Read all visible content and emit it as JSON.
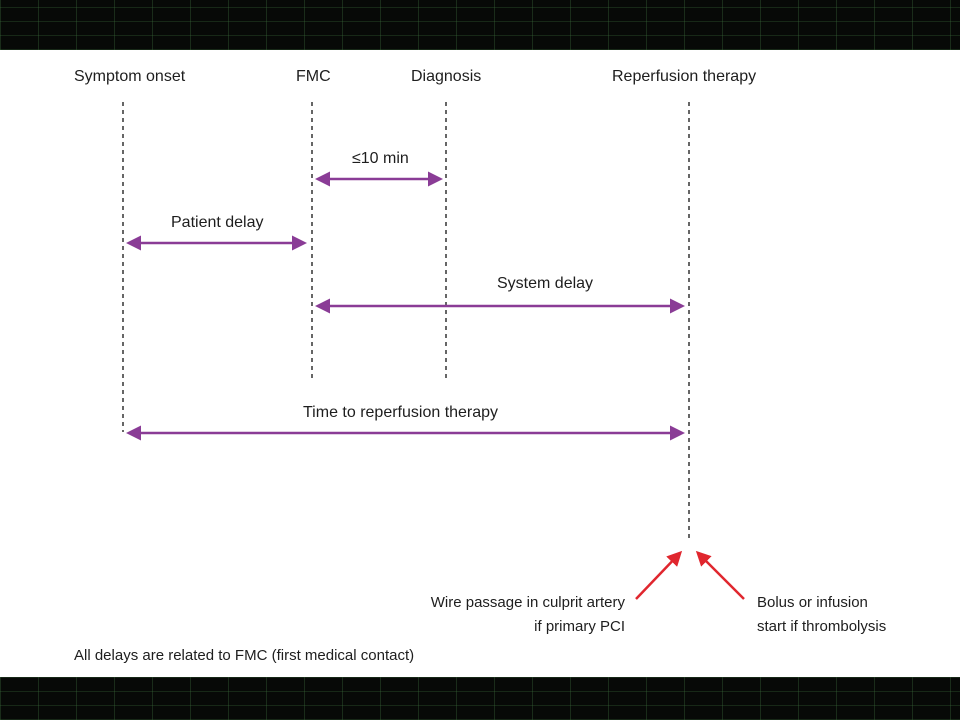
{
  "diagram": {
    "milestones": {
      "symptom_onset": "Symptom onset",
      "fmc": "FMC",
      "diagnosis": "Diagnosis",
      "reperfusion": "Reperfusion therapy"
    },
    "intervals": {
      "ten_min": "≤10 min",
      "patient_delay": "Patient delay",
      "system_delay": "System delay",
      "time_to_reperfusion": "Time to reperfusion therapy"
    },
    "notes": {
      "pci_line1": "Wire passage in culprit artery",
      "pci_line2": "if primary PCI",
      "lysis_line1": "Bolus or infusion",
      "lysis_line2": "start if thrombolysis"
    },
    "footnote": "All delays are related to FMC (first medical contact)",
    "colors": {
      "interval_arrow": "#8a3c96",
      "pointer_arrow": "#e0262e",
      "dashed_line": "#333333"
    }
  }
}
